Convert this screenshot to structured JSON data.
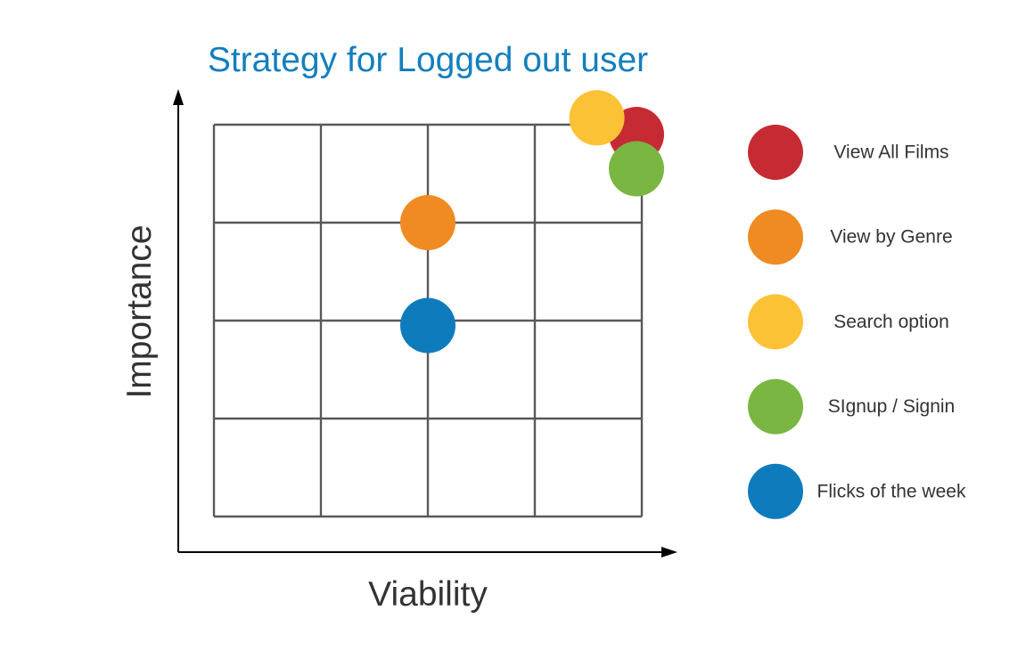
{
  "chart_data": {
    "type": "scatter",
    "title": "Strategy for Logged out user",
    "xlabel": "Viability",
    "ylabel": "Importance",
    "xlim": [
      0,
      4
    ],
    "ylim": [
      0,
      4
    ],
    "grid": true,
    "legend_position": "right",
    "series": [
      {
        "name": "View All Films",
        "color": "#c62b34",
        "x": 3.95,
        "y": 3.9
      },
      {
        "name": "View by Genre",
        "color": "#ef8b22",
        "x": 2.0,
        "y": 3.0
      },
      {
        "name": "Search option",
        "color": "#fbc236",
        "x": 3.58,
        "y": 4.07
      },
      {
        "name": "SIgnup / Signin",
        "color": "#7ab642",
        "x": 3.95,
        "y": 3.55
      },
      {
        "name": "Flicks of the week",
        "color": "#0e7bbd",
        "x": 2.0,
        "y": 1.95
      }
    ],
    "draw_order": [
      0,
      1,
      2,
      3,
      4
    ],
    "colors": {
      "title": "#137fbd",
      "grid": "#595959",
      "axis": "#000000",
      "text": "#333333"
    }
  }
}
